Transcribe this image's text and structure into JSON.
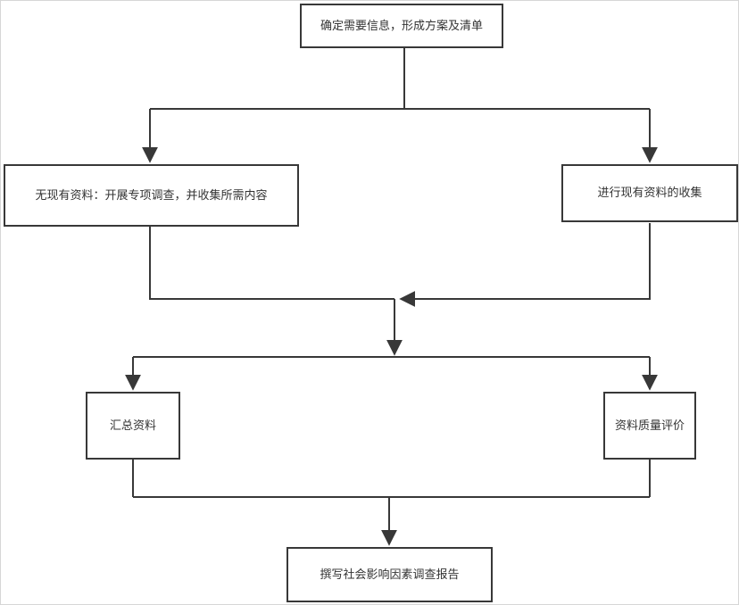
{
  "diagram": {
    "type": "flowchart",
    "colors": {
      "line": "#383838",
      "text": "#333333",
      "node_fill": "#ffffff",
      "background": "#ffffff"
    },
    "nodes": {
      "determine": {
        "label": "确定需要信息，形成方案及清单"
      },
      "no_data": {
        "label": "无现有资料：开展专项调查，并收集所需内容"
      },
      "collect_existing": {
        "label": "进行现有资料的收集"
      },
      "summarize": {
        "label": "汇总资料"
      },
      "quality_eval": {
        "label": "资料质量评价"
      },
      "write_report": {
        "label": "撰写社会影响因素调查报告"
      }
    },
    "edges": [
      {
        "from": "determine",
        "to": "no_data"
      },
      {
        "from": "determine",
        "to": "collect_existing"
      },
      {
        "from": "no_data",
        "to": "merge_point"
      },
      {
        "from": "collect_existing",
        "to": "merge_point"
      },
      {
        "from": "merge_point",
        "to": "summarize"
      },
      {
        "from": "merge_point",
        "to": "quality_eval"
      },
      {
        "from": "summarize",
        "to": "write_report"
      },
      {
        "from": "quality_eval",
        "to": "write_report"
      }
    ]
  }
}
